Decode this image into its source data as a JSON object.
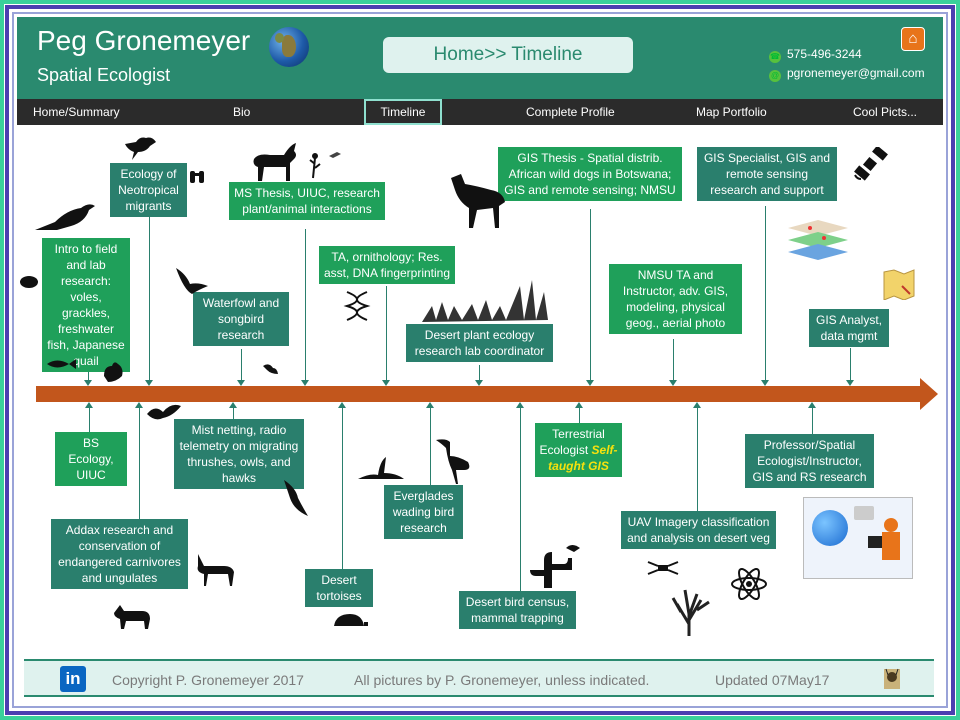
{
  "header": {
    "name": "Peg Gronemeyer",
    "subtitle": "Spatial Ecologist",
    "breadcrumb": "Home>> Timeline",
    "phone": "575-496-3244",
    "email": "pgronemeyer@gmail.com"
  },
  "nav": {
    "items": [
      "Home/Summary",
      "Bio",
      "Timeline",
      "Complete Profile",
      "Map Portfolio",
      "Cool Picts..."
    ],
    "active": "Timeline"
  },
  "timeline": {
    "above": [
      {
        "text": "Intro to field and lab research: voles, grackles, freshwater fish, Japanese quail",
        "style": "green"
      },
      {
        "text": "Ecology of Neotropical migrants",
        "style": "teal"
      },
      {
        "text": "Waterfowl and songbird research",
        "style": "teal"
      },
      {
        "text": "MS Thesis, UIUC, research plant/animal interactions",
        "style": "green"
      },
      {
        "text": "TA, ornithology; Res. asst, DNA fingerprinting",
        "style": "green"
      },
      {
        "text": "Desert plant ecology research lab coordinator",
        "style": "teal"
      },
      {
        "text": "GIS Thesis - Spatial distrib. African wild dogs in Botswana; GIS and remote sensing; NMSU",
        "style": "green"
      },
      {
        "text": "NMSU TA and Instructor, adv. GIS, modeling, physical geog., aerial photo",
        "style": "green"
      },
      {
        "text": "GIS Specialist, GIS and remote sensing research and support",
        "style": "teal"
      },
      {
        "text": "GIS Analyst, data mgmt",
        "style": "teal"
      }
    ],
    "below": [
      {
        "text": "BS Ecology, UIUC",
        "style": "green"
      },
      {
        "text": "Addax research and conservation of endangered carnivores and ungulates",
        "style": "teal"
      },
      {
        "text": "Mist netting, radio telemetry on migrating thrushes, owls, and hawks",
        "style": "teal"
      },
      {
        "text": "Desert tortoises",
        "style": "teal"
      },
      {
        "text": "Everglades wading bird research",
        "style": "teal"
      },
      {
        "text": "Desert bird census, mammal trapping",
        "style": "teal"
      },
      {
        "text": "Terrestrial Ecologist",
        "extra": "Self-taught GIS",
        "style": "green"
      },
      {
        "text": "UAV Imagery classification and analysis on desert veg",
        "style": "teal"
      },
      {
        "text": "Professor/Spatial Ecologist/Instructor, GIS and RS research",
        "style": "teal"
      }
    ]
  },
  "footer": {
    "linkedin": "in",
    "copyright": "Copyright   P. Gronemeyer  2017",
    "pictures": "All pictures by P. Gronemeyer, unless indicated.",
    "updated": "Updated 07May17"
  },
  "colors": {
    "header_bg": "#2a8a6f",
    "axis": "#c2561c",
    "box_teal": "#2a7f6d",
    "box_green": "#1fa05a",
    "highlight": "#f7e10e"
  },
  "icons": [
    "globe-icon",
    "home-icon",
    "phone-icon",
    "email-icon",
    "linkedin-icon",
    "satellite-icon",
    "gis-layers-icon",
    "map-icon",
    "dna-icon",
    "drone-icon",
    "atom-icon"
  ]
}
